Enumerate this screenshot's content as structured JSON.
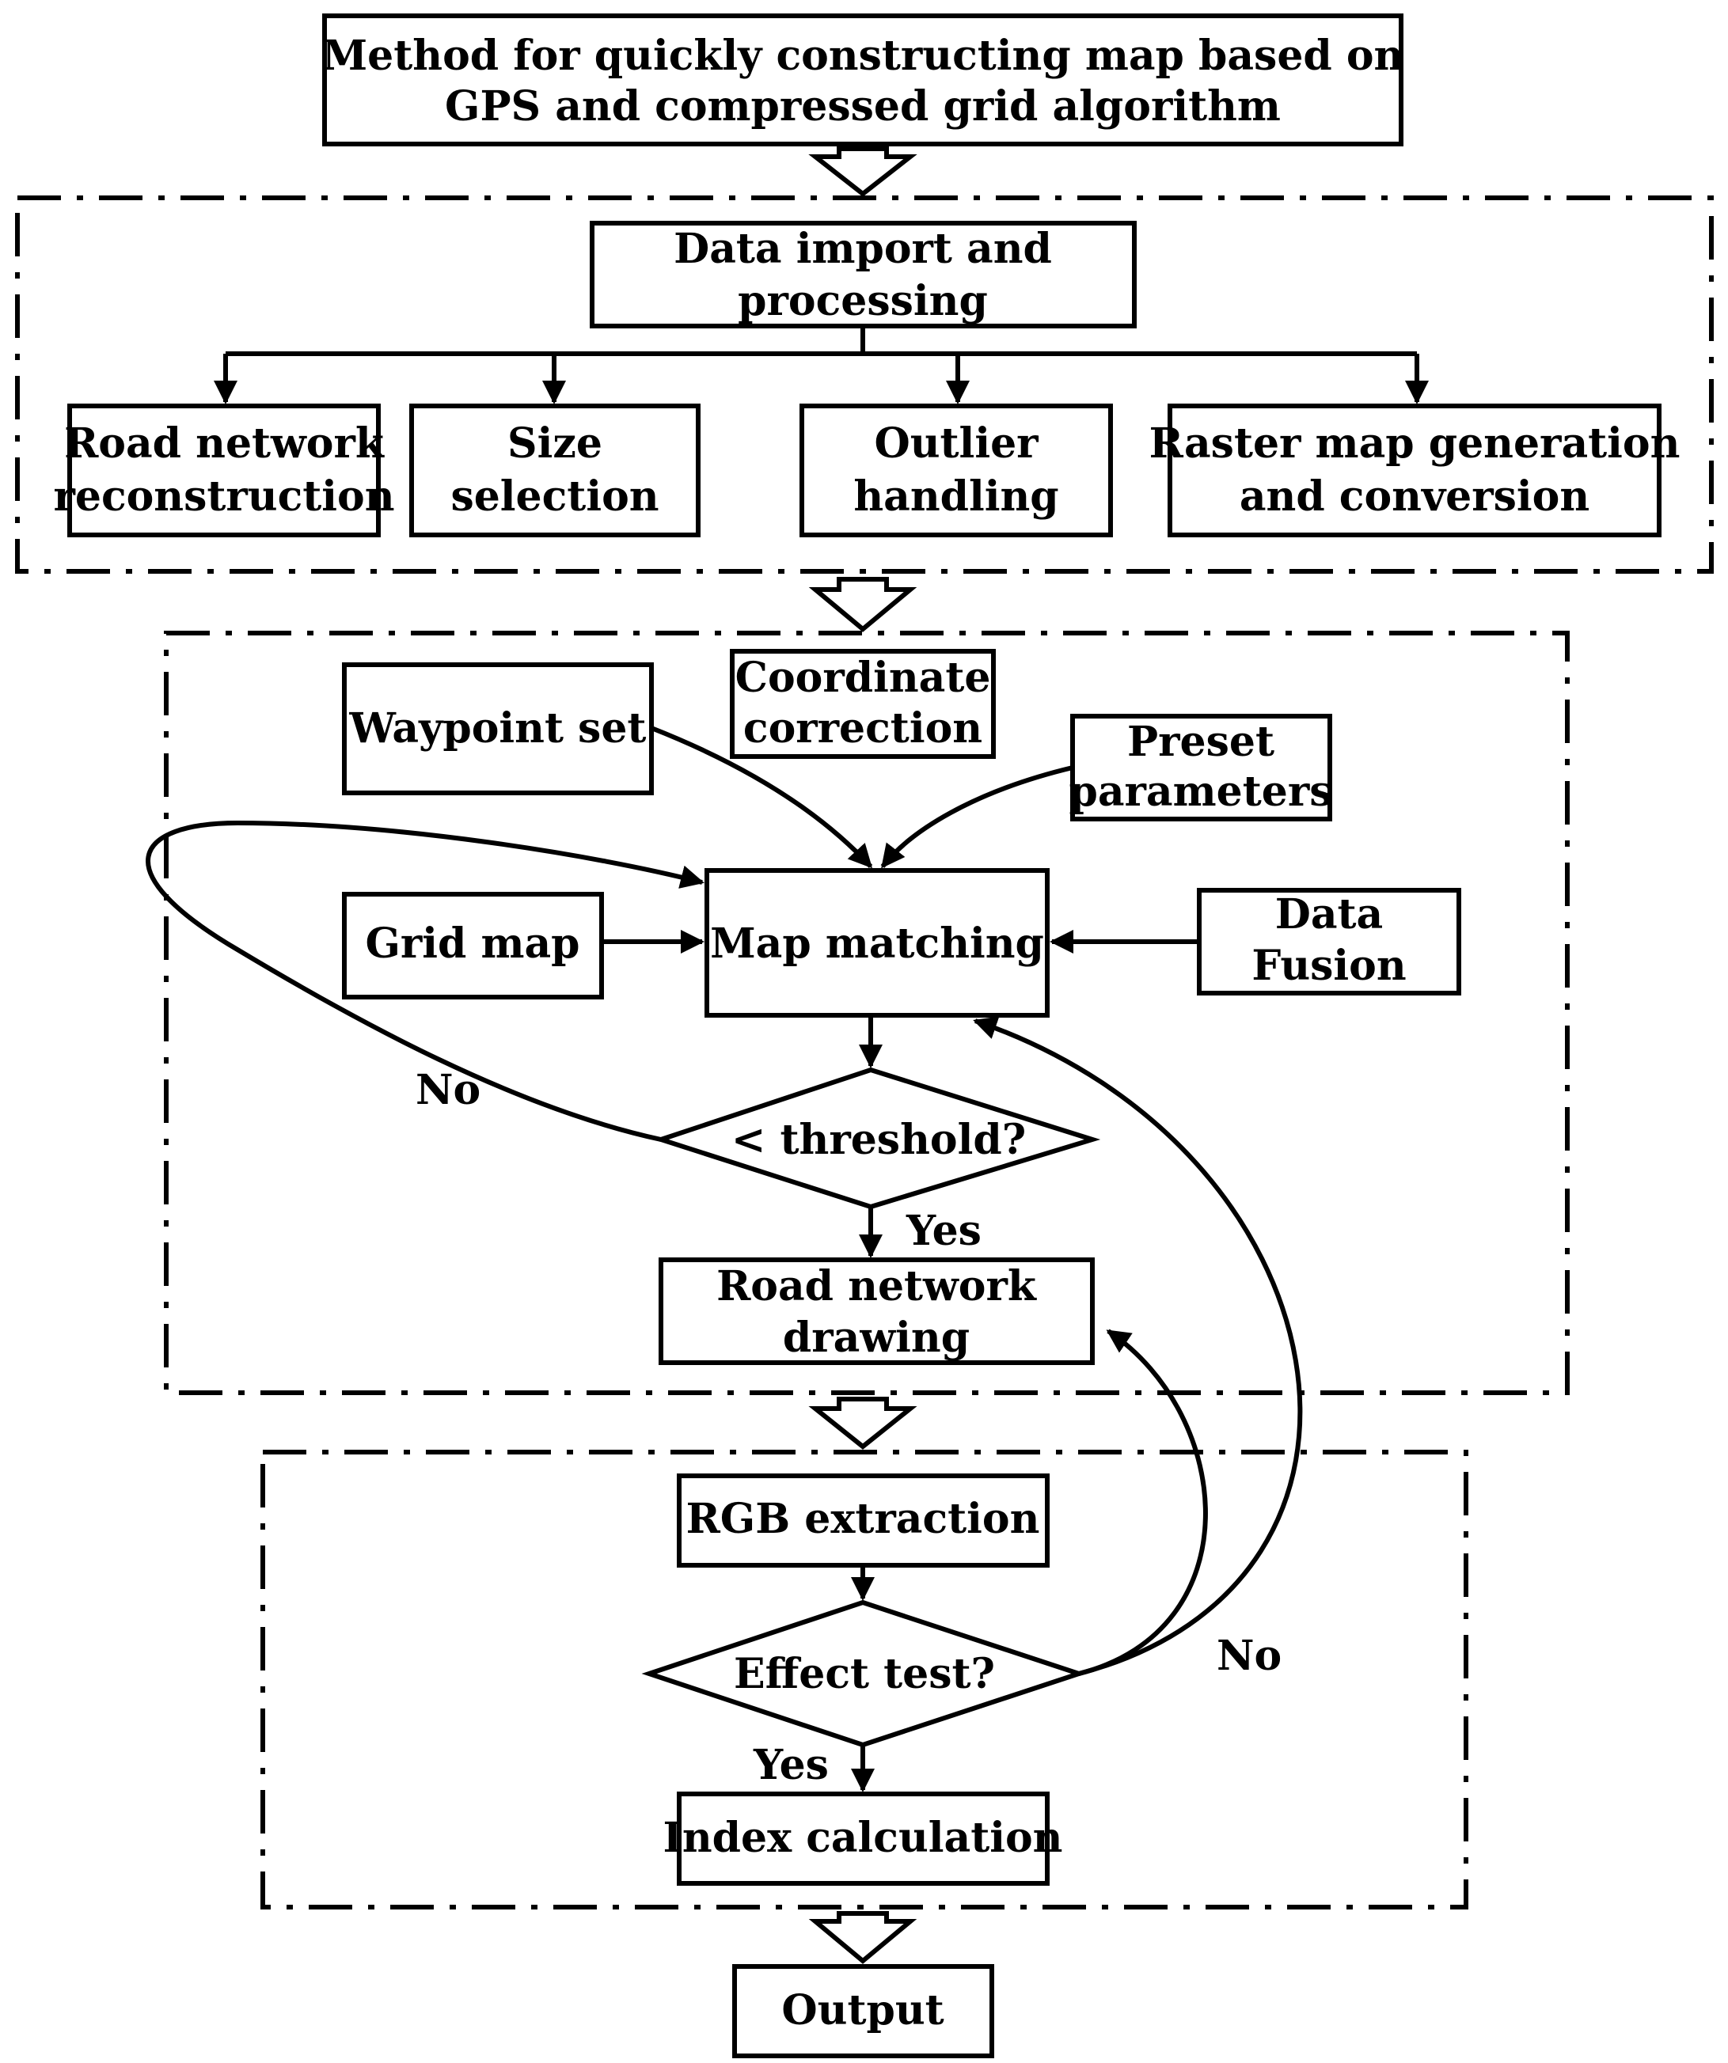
{
  "title": {
    "line1": "Method for quickly constructing map based on",
    "line2": "GPS and compressed grid algorithm"
  },
  "stage1": {
    "data_import": [
      "Data import and",
      "processing"
    ],
    "road_network_reconstruction": [
      "Road network",
      "reconstruction"
    ],
    "size_selection": [
      "Size",
      "selection"
    ],
    "outlier_handling": [
      "Outlier",
      "handling"
    ],
    "raster_map": [
      "Raster map generation",
      "and conversion"
    ]
  },
  "stage2": {
    "waypoint_set": "Waypoint set",
    "coordinate_correction": [
      "Coordinate",
      "correction"
    ],
    "preset_parameters": [
      "Preset",
      "parameters"
    ],
    "grid_map": "Grid map",
    "map_matching": "Map matching",
    "data_fusion": [
      "Data",
      "Fusion"
    ],
    "threshold": "< threshold?",
    "no_label": "No",
    "yes_label": "Yes",
    "road_network_drawing": [
      "Road network",
      "drawing"
    ]
  },
  "stage3": {
    "rgb_extraction": "RGB extraction",
    "effect_test": "Effect test?",
    "no_label": "No",
    "yes_label": "Yes",
    "index_calculation": "Index calculation"
  },
  "output": "Output"
}
